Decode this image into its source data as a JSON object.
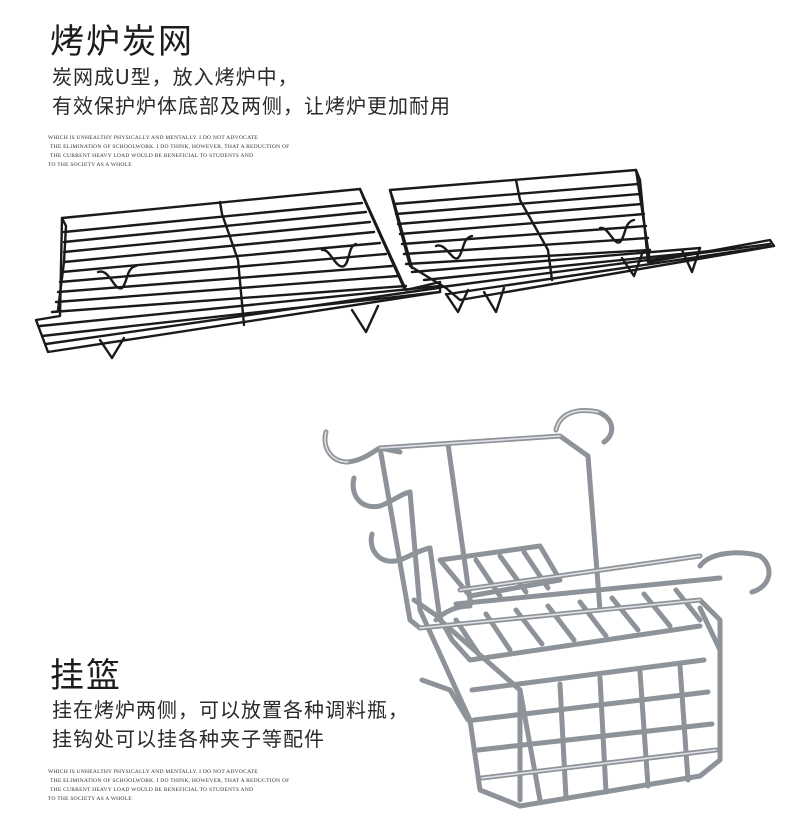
{
  "section1": {
    "title": "烤炉炭网",
    "lines": [
      "炭网成U型，放入烤炉中，",
      "有效保护炉体底部及两侧，让烤炉更加耐用"
    ],
    "fine_print": [
      "WHICH IS UNHEALTHY PHYSICALLY AND MENTALLY. I DO NOT ADVOCATE",
      "THE ELIMINATION OF SCHOOLWORK. I DO THINK, HOWEVER, THAT A REDUCTION OF",
      "THE CURRENT HEAVY LOAD WOULD BE BENEFICIAL TO STUDENTS AND",
      "TO THE SOCIETY AS A WHOLE"
    ]
  },
  "section2": {
    "title": "挂篮",
    "lines": [
      "挂在烤炉两侧，可以放置各种调料瓶，",
      "挂钩处可以挂各种夹子等配件"
    ],
    "fine_print": [
      "WHICH IS UNHEALTHY PHYSICALLY AND MENTALLY. I DO NOT ADVOCATE",
      "THE ELIMINATION OF SCHOOLWORK. I DO THINK, HOWEVER, THAT A REDUCTION OF",
      "THE CURRENT HEAVY LOAD WOULD BE BENEFICIAL TO STUDENTS AND",
      "TO THE SOCIETY AS A WHOLE"
    ]
  },
  "colors": {
    "wire_black": "#1a1a1a",
    "wire_steel": "#9aa0a6",
    "wire_highlight": "#e6e8ea"
  }
}
